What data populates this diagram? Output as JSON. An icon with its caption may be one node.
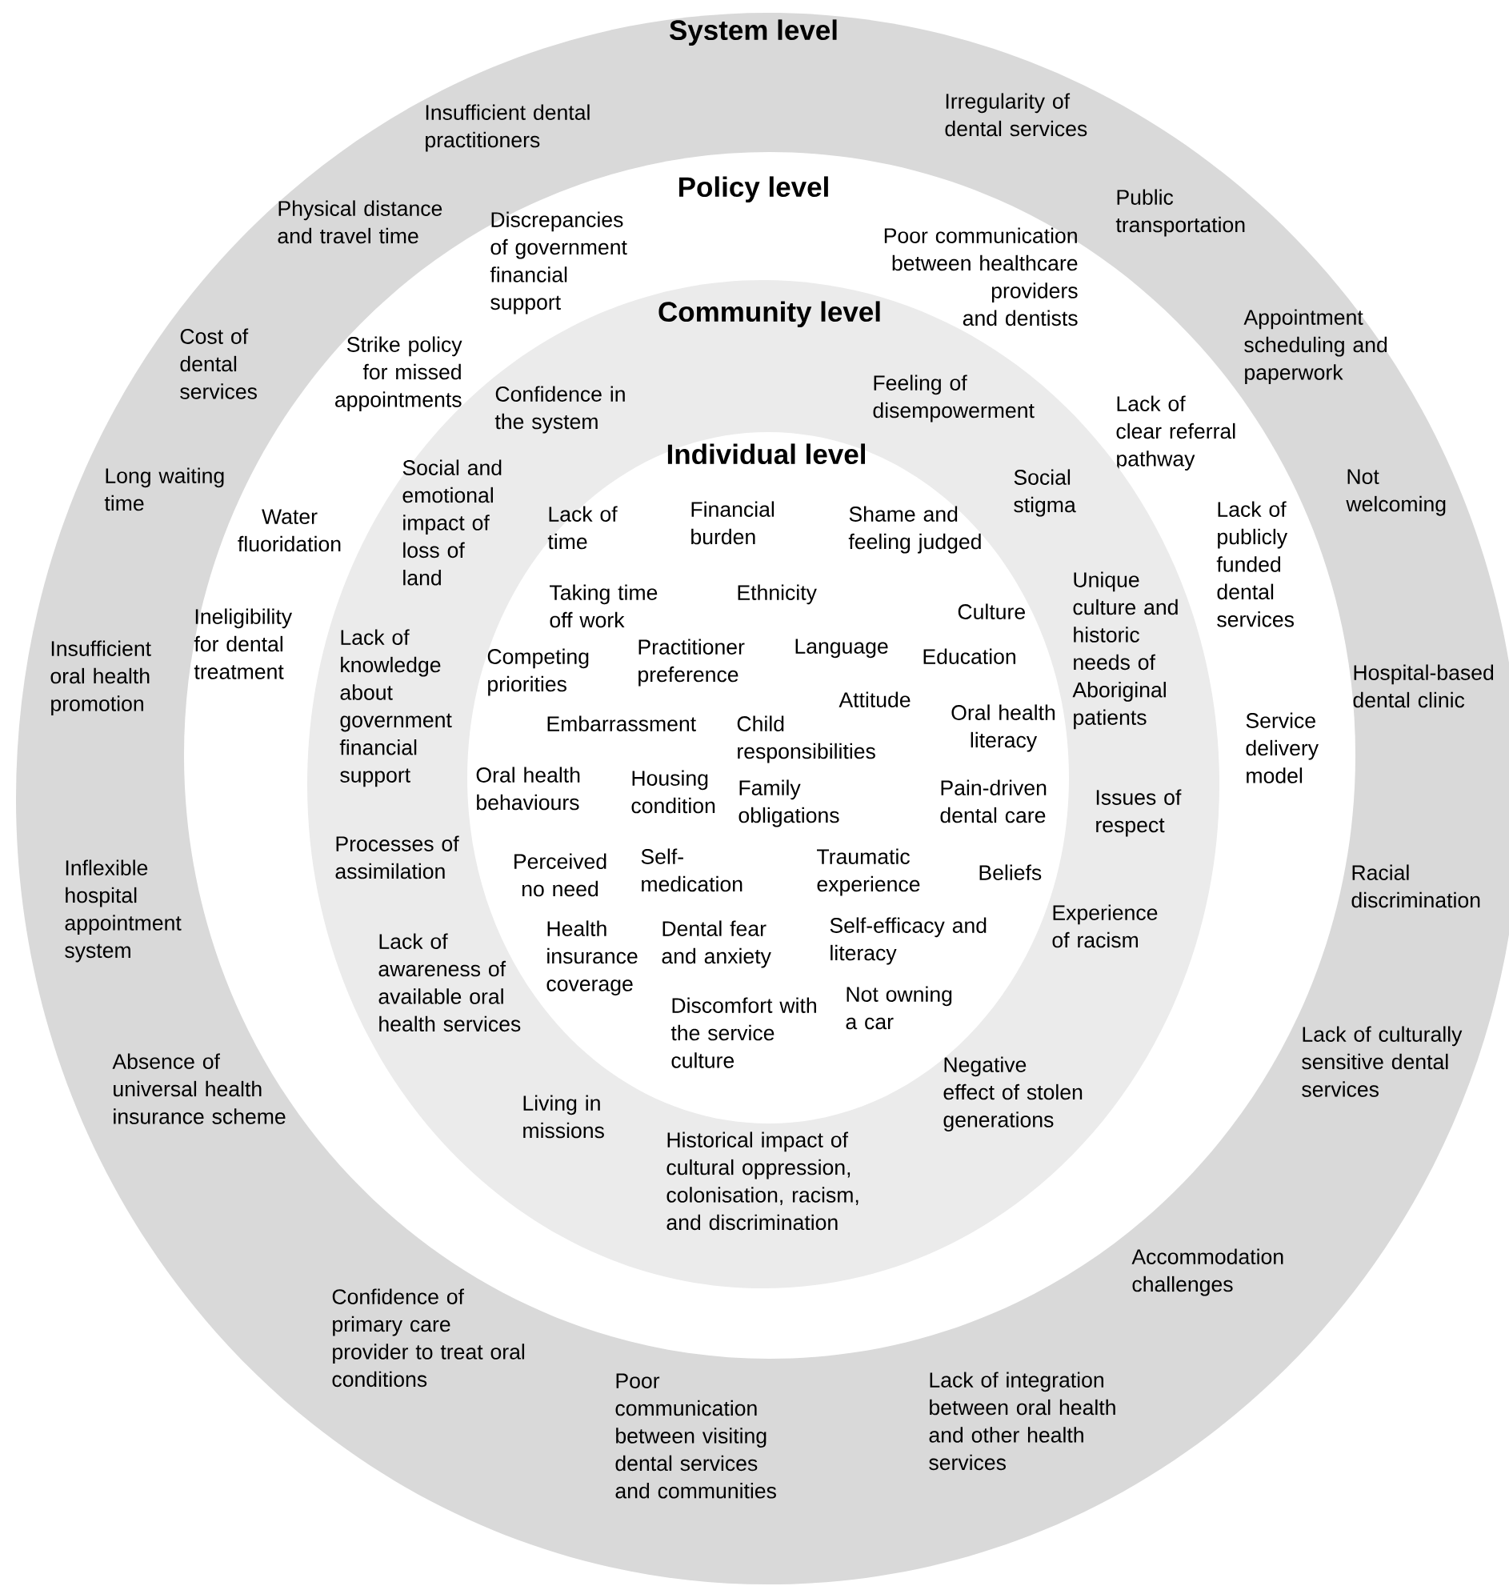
{
  "diagram": {
    "nodes": [
      {
        "text": [
          "System level",
          "Insufficient dental practitioners",
          "Irregularity of dental services",
          "Physical distance and travel time",
          "Public transportation",
          "Cost of dental services",
          "Appointment scheduling and paperwork",
          "Long waiting time",
          "Not welcoming",
          "Insufficient oral health promotion",
          "Hospital-based dental clinic",
          "Inflexible hospital appointment system",
          "Racial discrimination",
          "Lack of culturally sensitive dental services",
          "Absence of universal health insurance scheme",
          "Accommodation challenges",
          "Confidence of primary care provider to treat oral conditions",
          "Poor communication between visiting dental services and communities",
          "Lack of integration between oral health and other health services"
        ]
      },
      {
        "text": [
          "Policy level",
          "Discrepancies of government financial support",
          "Poor communication between healthcare providers and dentists",
          "Strike policy for missed appointments",
          "Lack of clear referral pathway",
          "Water fluoridation",
          "Lack of publicly funded dental services",
          "Ineligibility for dental treatment",
          "Service delivery model"
        ],
        "in": 0
      },
      {
        "text": [
          "Community level",
          "Confidence in the system",
          "Feeling of disempowerment",
          "Social and emotional impact of loss of land",
          "Social stigma",
          "Unique culture and historic needs of Aboriginal patients",
          "Lack of knowledge about government financial support",
          "Issues of respect",
          "Processes of assimilation",
          "Experience of racism",
          "Lack of awareness of available oral health services",
          "Living in missions",
          "Negative effect of stolen generations",
          "Historical impact of cultural oppression, colonisation, racism, and discrimination"
        ],
        "in": 1
      },
      {
        "text": [
          "Individual level",
          "Lack of time",
          "Financial burden",
          "Shame and feeling judged",
          "Taking time off work",
          "Ethnicity",
          "Culture",
          "Competing priorities",
          "Practitioner preference",
          "Language",
          "Education",
          "Attitude",
          "Embarrassment",
          "Child responsibilities",
          "Oral health literacy",
          "Oral health behaviours",
          "Housing condition",
          "Family obligations",
          "Pain-driven dental care",
          "Perceived no need",
          "Self-medication",
          "Traumatic experience",
          "Beliefs",
          "Health insurance coverage",
          "Dental fear and anxiety",
          "Self-efficacy and literacy",
          "Discomfort with the service culture",
          "Not owning a car"
        ],
        "in": 2
      }
    ]
  }
}
